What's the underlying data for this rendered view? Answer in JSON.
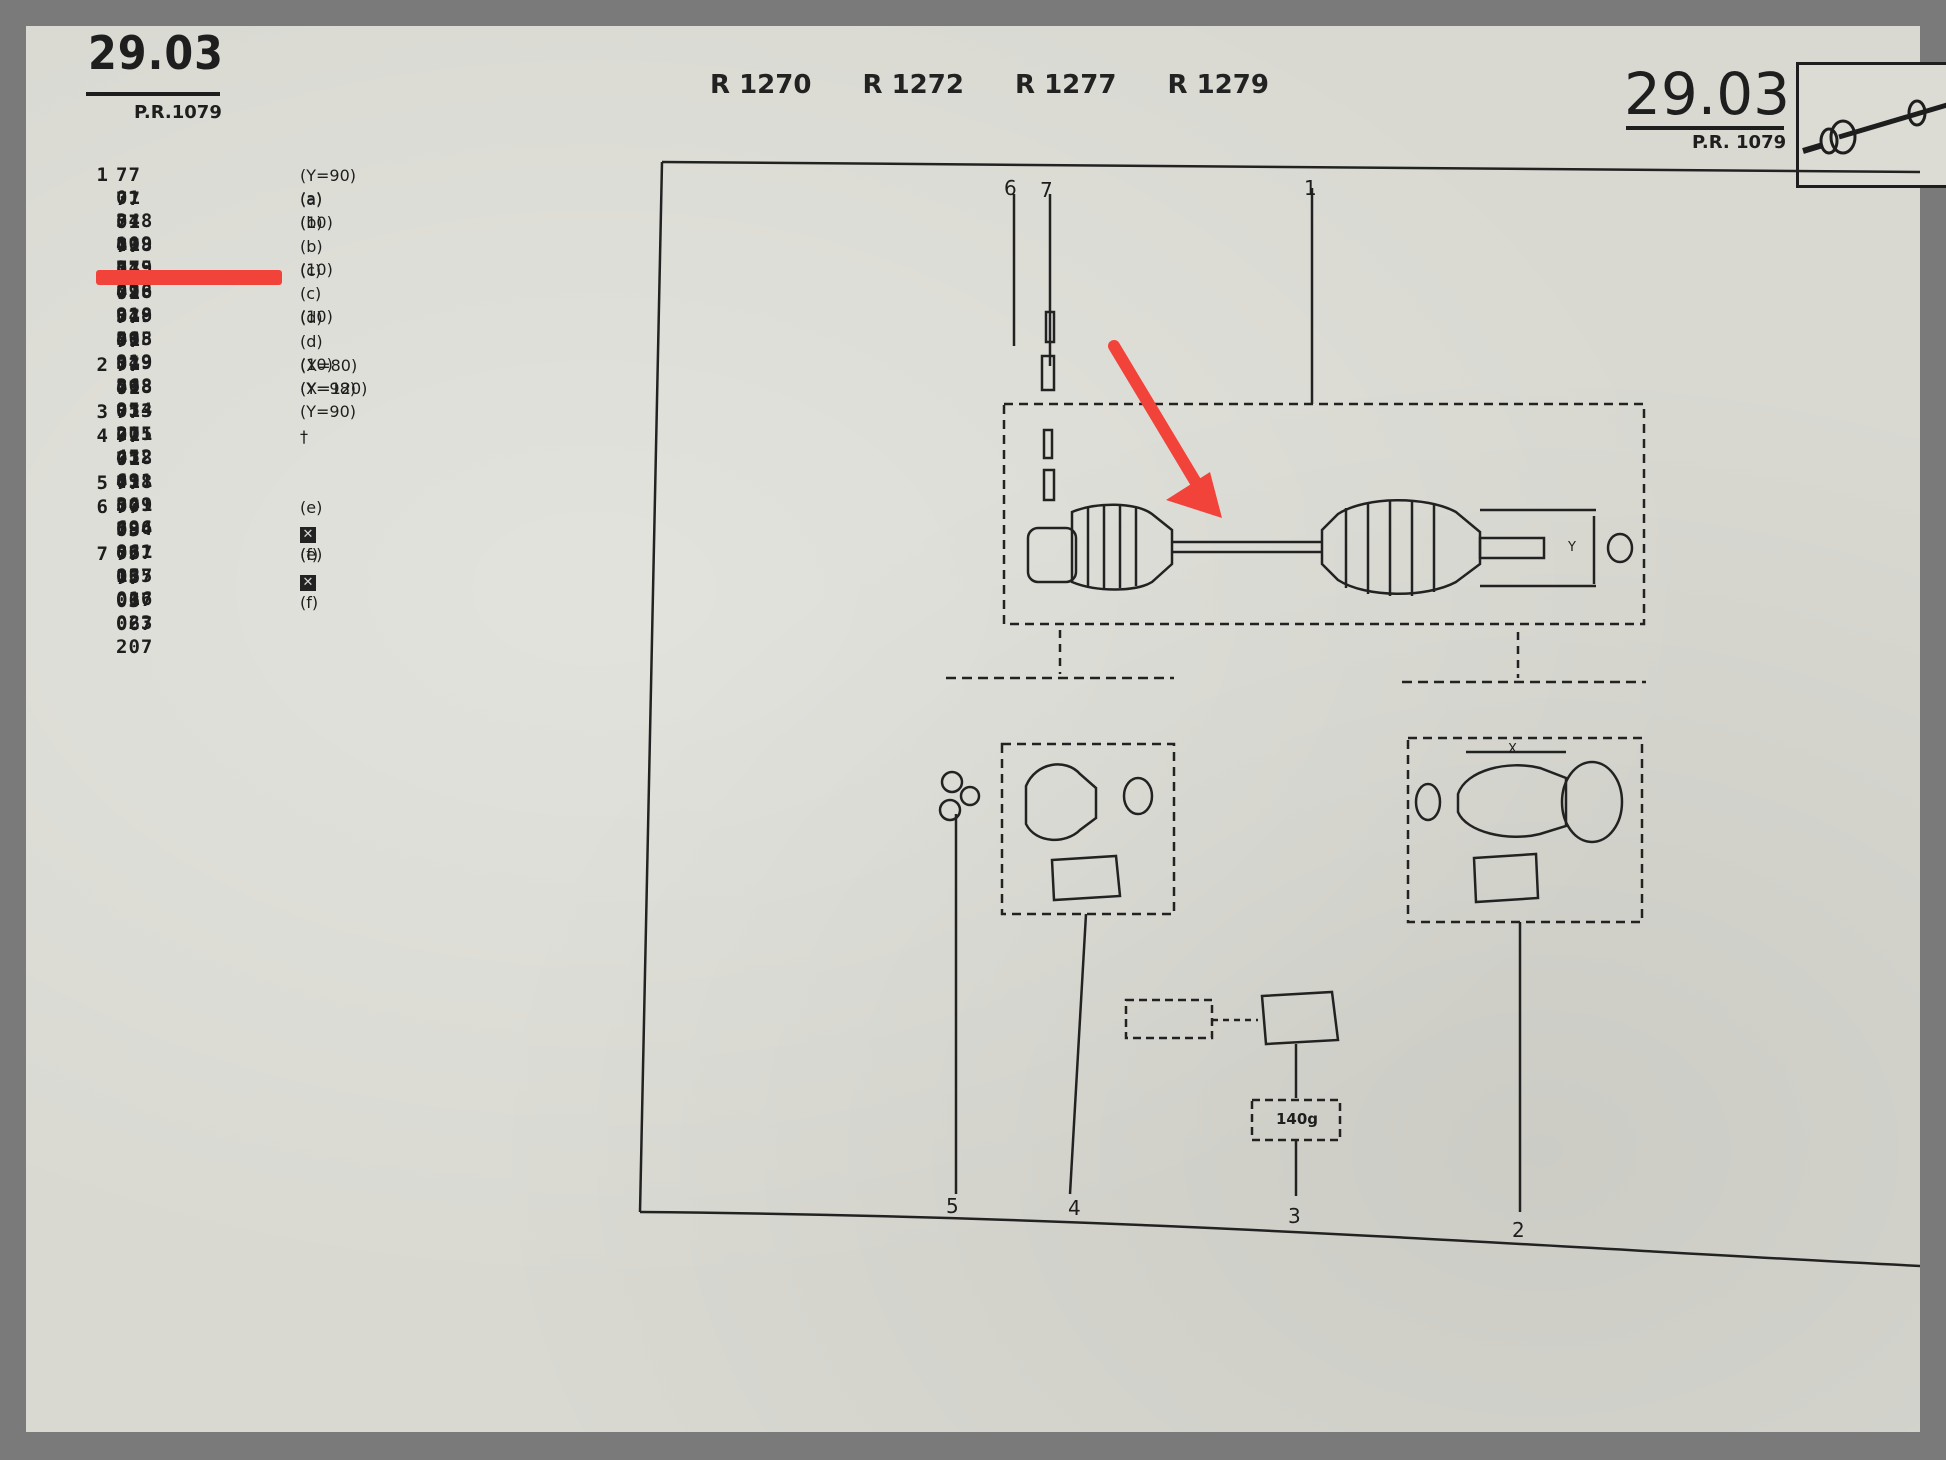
{
  "header": {
    "page_number_left": "29.03",
    "pr_left": "P.R.1079",
    "models": [
      "R 1270",
      "R 1272",
      "R 1277",
      "R 1279"
    ],
    "page_number_right": "29.03",
    "pr_right": "P.R. 1079"
  },
  "parts_list": [
    {
      "idx": "1",
      "pn": "77 01 348 109",
      "note": "(Y=90) (a)"
    },
    {
      "idx": "",
      "pn": "77 01 498 775",
      "note": "(a) (10)"
    },
    {
      "idx": "",
      "pn": "77 01 349 026",
      "note": "(b)"
    },
    {
      "idx": "",
      "pn": "77 01 498 918",
      "note": "(b) (10)"
    },
    {
      "idx": "",
      "pn": "77 01 349 365",
      "note": "(c)"
    },
    {
      "idx": "",
      "pn": "77 01 498 919",
      "note": "(c) (10)"
    },
    {
      "idx": "",
      "pn": "77 01 349 368",
      "note": "(d)"
    },
    {
      "idx": "",
      "pn": "77 01 498 954",
      "note": "(d) (10)"
    },
    {
      "idx": "2",
      "pn": "77 01 013 275",
      "note": "(X=80) (Y=98)"
    },
    {
      "idx": "",
      "pn": "77 01 201 452",
      "note": "(X=120) (Y=90)"
    },
    {
      "idx": "3",
      "pn": "77 01 018 691",
      "note": ""
    },
    {
      "idx": "4",
      "pn": "77 01 458 301",
      "note": "†"
    },
    {
      "idx": "",
      "pn": "77 01 349 696",
      "note": ""
    },
    {
      "idx": "5",
      "pn": "77 00 584 861",
      "note": ""
    },
    {
      "idx": "6",
      "pn": "77 03 067 135",
      "note": "(e)"
    },
    {
      "idx": "",
      "pn": "79 03 067 016",
      "note": "(f)",
      "boxed": true
    },
    {
      "idx": "7",
      "pn": "77 03 067 023",
      "note": "(e)"
    },
    {
      "idx": "",
      "pn": "77 03 067 207",
      "note": "(f)",
      "boxed": true
    }
  ],
  "diagram": {
    "callouts": [
      "6",
      "7",
      "1",
      "5",
      "4",
      "3",
      "2"
    ],
    "grease_label": "140g",
    "dimension_x": "X",
    "dimension_y": "Y"
  },
  "colors": {
    "paper": "#d9d9d2",
    "ink": "#1e1e1e",
    "annotation_red": "#f2433b",
    "frame": "#7a7a7a"
  }
}
